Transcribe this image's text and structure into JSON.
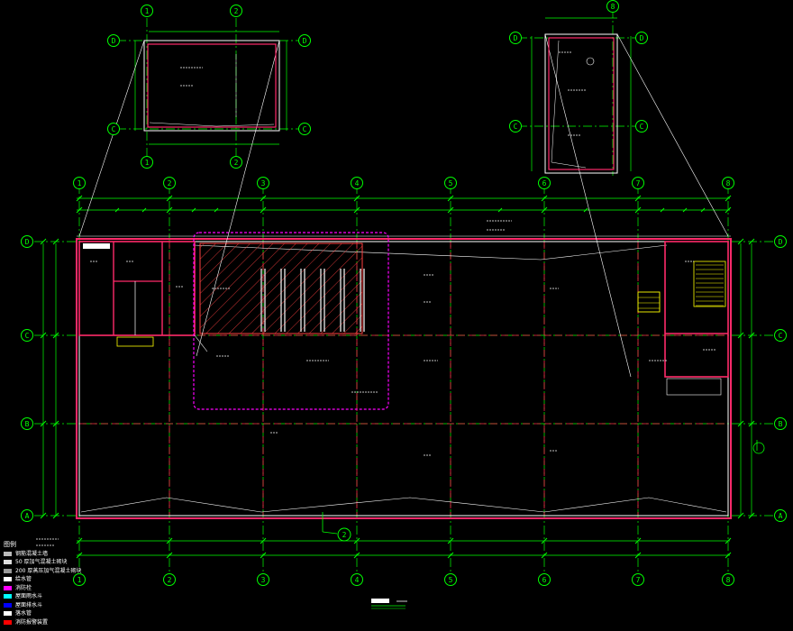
{
  "drawing": {
    "grid_numbers": [
      "1",
      "2",
      "3",
      "4",
      "5",
      "6",
      "7",
      "8"
    ],
    "grid_letters": [
      "D",
      "C",
      "B",
      "A"
    ],
    "detail_left": {
      "numbers": [
        "1",
        "2"
      ],
      "letters": [
        "D",
        "C"
      ]
    },
    "detail_right": {
      "numbers": [
        "8"
      ],
      "letters": [
        "D",
        "C"
      ]
    },
    "section_mark": "2",
    "colors": {
      "background": "#000000",
      "axis": "#00ff00",
      "wall": "#ff2a6a",
      "outline": "#ffffff",
      "highlight": "#ff00ff",
      "stair": "#ffff00",
      "fixture": "#00ffff",
      "text": "#ffffff"
    }
  },
  "legend": {
    "title": "图例",
    "items": [
      {
        "swatch": "#bbbbbb",
        "text": "钢筋混凝土墙"
      },
      {
        "swatch": "#dddddd",
        "text": "50 厚加气混凝土砌块"
      },
      {
        "swatch": "#999999",
        "text": "200 厚蒸压加气混凝土砌块"
      },
      {
        "swatch": "#ffffff",
        "text": "给水管"
      },
      {
        "swatch": "#ff00ff",
        "text": "消防栓"
      },
      {
        "swatch": "#00ffff",
        "text": "屋面雨水斗"
      },
      {
        "swatch": "#0000ff",
        "text": "屋面排水斗"
      },
      {
        "swatch": "#ffffff",
        "text": "落水管"
      },
      {
        "swatch": "#ff0000",
        "text": "消防报警装置"
      }
    ]
  }
}
